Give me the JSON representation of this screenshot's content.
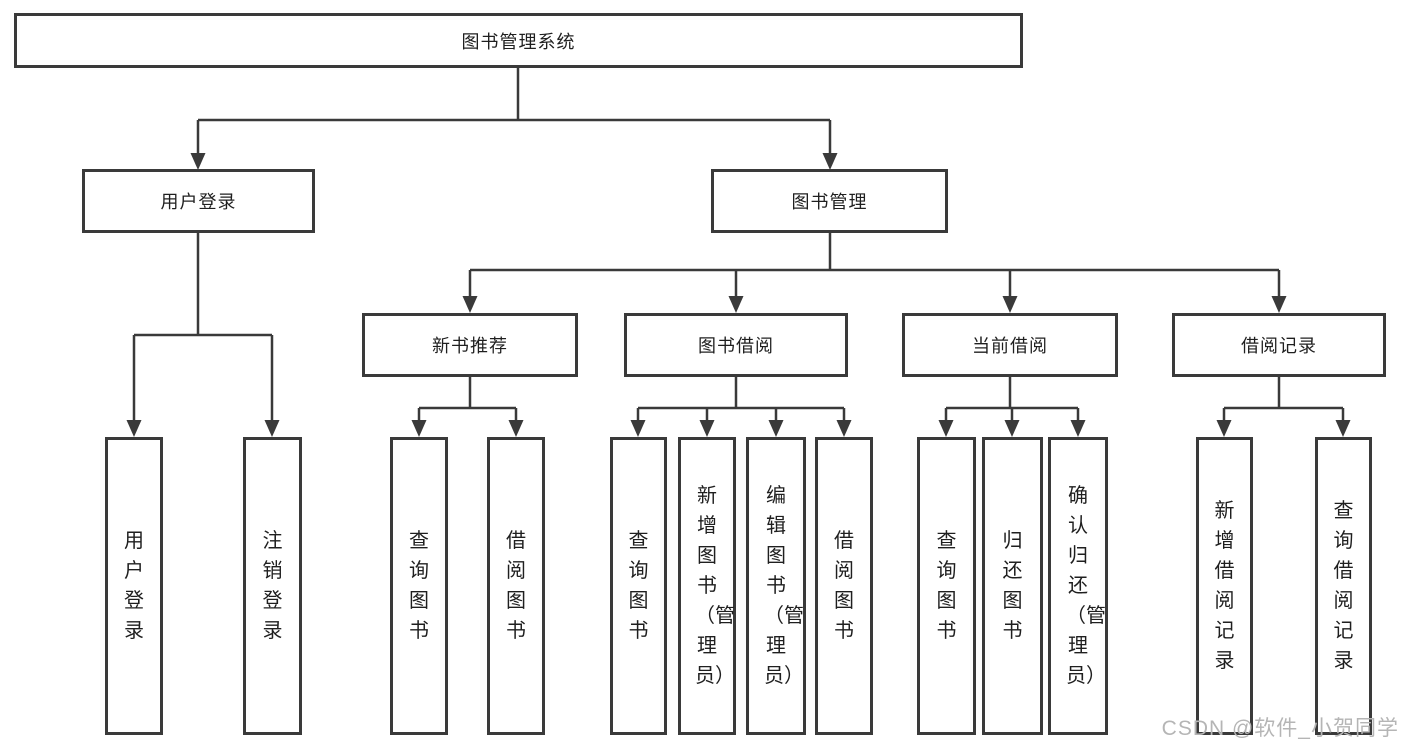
{
  "diagram": {
    "type": "hierarchy-tree",
    "colors": {
      "line": "#3a3a3a",
      "box_border": "#3a3a3a",
      "box_fill": "#ffffff",
      "text": "#1f1f1f",
      "watermark": "#b5b5b5",
      "background": "#ffffff"
    }
  },
  "tree": {
    "root": {
      "label": "图书管理系统",
      "children": [
        {
          "label": "用户登录",
          "children": [
            {
              "label": "用户登录"
            },
            {
              "label": "注销登录"
            }
          ]
        },
        {
          "label": "图书管理",
          "children": [
            {
              "label": "新书推荐",
              "children": [
                {
                  "label": "查询图书"
                },
                {
                  "label": "借阅图书"
                }
              ]
            },
            {
              "label": "图书借阅",
              "children": [
                {
                  "label": "查询图书"
                },
                {
                  "label": "新增图书（管理员）"
                },
                {
                  "label": "编辑图书（管理员）"
                },
                {
                  "label": "借阅图书"
                }
              ]
            },
            {
              "label": "当前借阅",
              "children": [
                {
                  "label": "查询图书"
                },
                {
                  "label": "归还图书"
                },
                {
                  "label": "确认归还（管理员）"
                }
              ]
            },
            {
              "label": "借阅记录",
              "children": [
                {
                  "label": "新增借阅记录"
                },
                {
                  "label": "查询借阅记录"
                }
              ]
            }
          ]
        }
      ]
    }
  },
  "watermark": {
    "text": "CSDN @软件_小贺同学"
  }
}
